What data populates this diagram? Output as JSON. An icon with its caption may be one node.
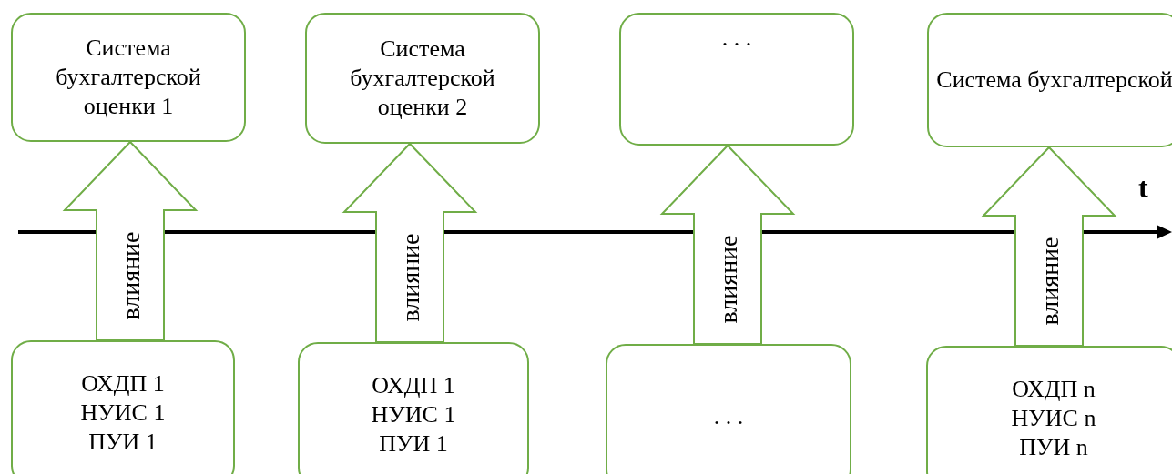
{
  "diagram": {
    "nodes": [
      {
        "text": [
          "Система бухгалтерской оценки 1"
        ]
      },
      {
        "text": [
          "Система бухгалтерской оценки 2"
        ]
      },
      {
        "text": [
          ". . ."
        ]
      },
      {
        "text": [
          "Система бухгалтерской"
        ]
      },
      {
        "text": [
          "ОХДП 1",
          "НУИС 1",
          "ПУИ 1"
        ]
      },
      {
        "text": [
          "ОХДП 1",
          "НУИС 1",
          "ПУИ 1"
        ]
      },
      {
        "text": [
          ". . ."
        ]
      },
      {
        "text": [
          "ОХДП n",
          "НУИС n",
          "ПУИ n"
        ]
      }
    ],
    "edges": [
      {
        "from": 4,
        "to": 0,
        "arrow": "to",
        "label": "влияние"
      },
      {
        "from": 5,
        "to": 1,
        "arrow": "to",
        "label": "влияние"
      },
      {
        "from": 6,
        "to": 2,
        "arrow": "to",
        "label": "влияние"
      },
      {
        "from": 7,
        "to": 3,
        "arrow": "to",
        "label": "влияние"
      }
    ],
    "labels": [
      "t"
    ]
  }
}
